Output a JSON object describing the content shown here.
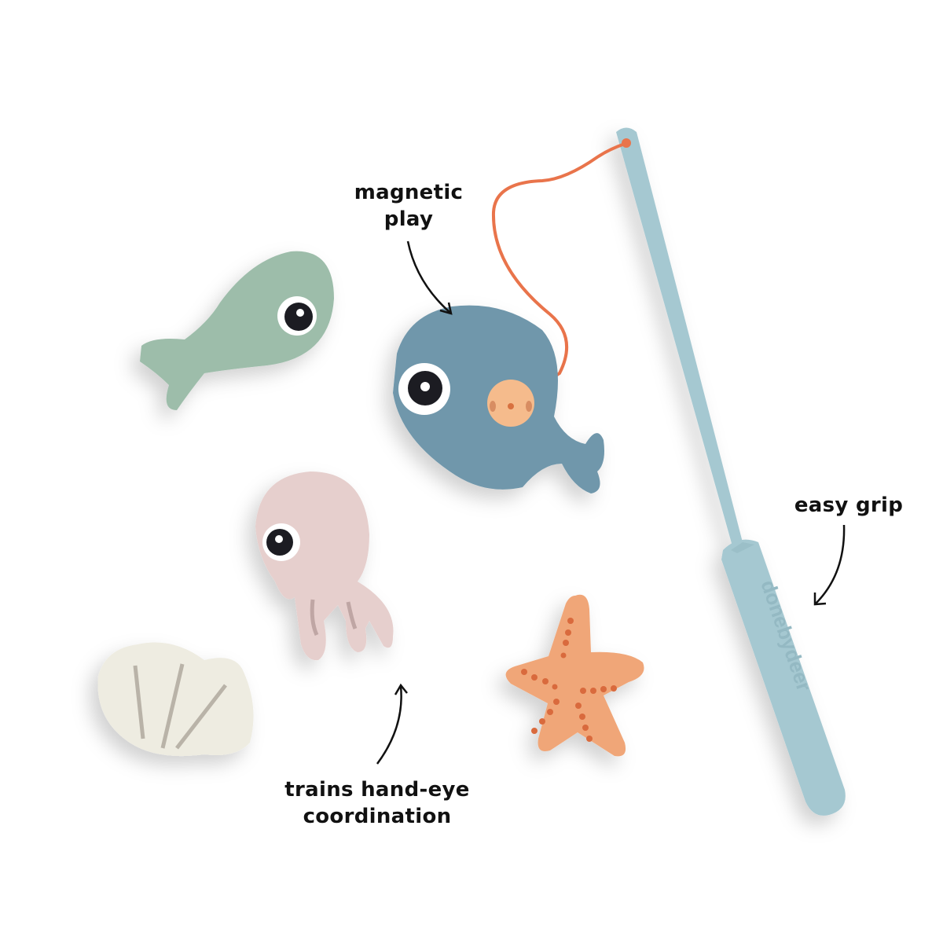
{
  "annotations": {
    "magnetic": {
      "line1": "magnetic",
      "line2": "play"
    },
    "grip": {
      "line1": "easy grip"
    },
    "coordination": {
      "line1": "trains hand-eye",
      "line2": "coordination"
    }
  },
  "rod": {
    "brand_text": "donebydeer"
  },
  "colors": {
    "background": "#ffffff",
    "green_fish": "#9dbdaa",
    "blue_whale": "#6f97ab",
    "jellyfish": "#e6cfcd",
    "shell": "#eeece1",
    "shell_lines": "#b9b3a8",
    "starfish": "#f0a678",
    "starfish_dots": "#d96a3c",
    "rod": "#a5c8d1",
    "string": "#e9744b",
    "magnet": "#f5bb8c",
    "eye_dark": "#1b1f24",
    "text": "#111111"
  }
}
